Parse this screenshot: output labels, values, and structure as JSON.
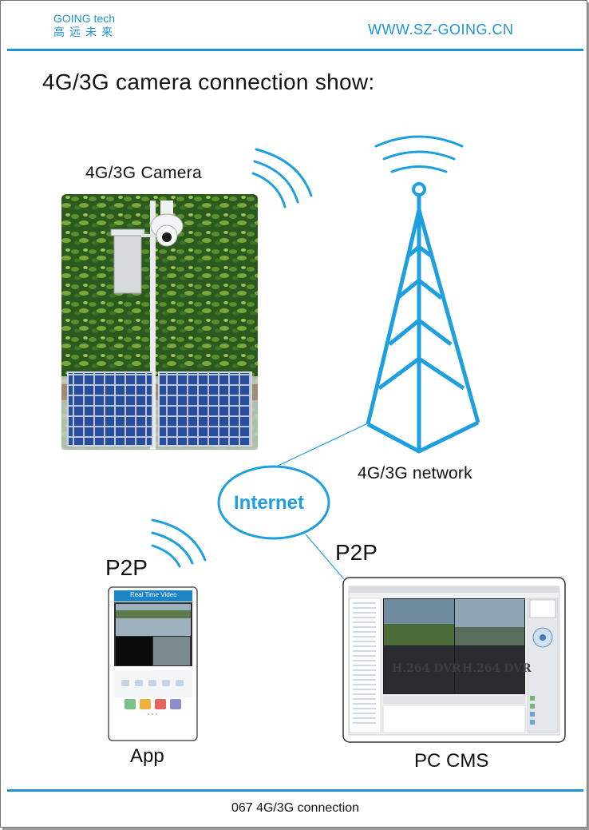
{
  "header": {
    "brand_en": "GOING tech",
    "brand_cn": "高远未来",
    "website": "WWW.SZ-GOING.CN"
  },
  "title": "4G/3G camera connection show:",
  "diagram": {
    "camera_label": "4G/3G Camera",
    "network_label": "4G/3G network",
    "internet_label": "Internet",
    "p2p_left": "P2P",
    "p2p_right": "P2P",
    "app_label": "App",
    "pc_label": "PC CMS"
  },
  "phone_screen": {
    "header": "Real Time Video"
  },
  "pc_screen": {
    "tile_text_1": "H.264 DVR",
    "tile_text_2": "H.264 DVR"
  },
  "footer": "067 4G/3G connection",
  "colors": {
    "accent": "#1b95d3",
    "tower": "#1ea0e0"
  }
}
